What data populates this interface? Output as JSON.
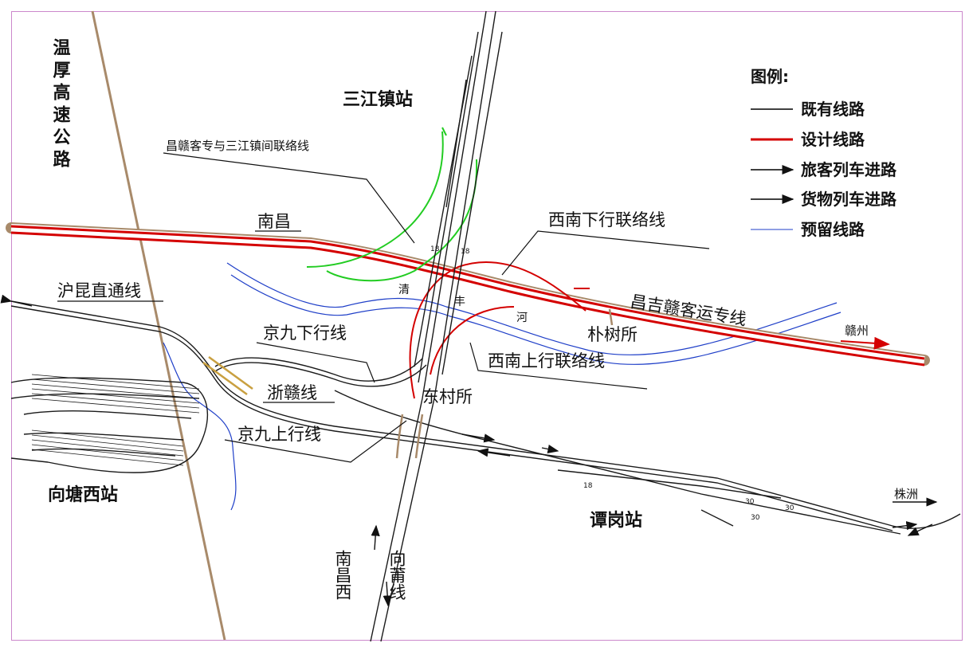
{
  "highway": {
    "label": "温厚高速公路"
  },
  "stations": {
    "sanjiang": "三江镇站",
    "xiangtang_west": "向塘西站",
    "tangang": "谭岗站",
    "dongcun": "东村所",
    "pushu": "朴树所"
  },
  "lines": {
    "link_line": "昌赣客专与三江镇间联络线",
    "nanchang": "南昌",
    "hukun": "沪昆直通线",
    "jingjiu_down": "京九下行线",
    "zhegan": "浙赣线",
    "jingjiu_up": "京九上行线",
    "southwest_down": "西南下行联络线",
    "southwest_up": "西南上行联络线",
    "changji": "昌吉赣客运专线",
    "ganzhou": "赣州",
    "zhuzhou": "株洲",
    "nanchang_west": "南昌西",
    "xiangpu": "向莆线"
  },
  "river": {
    "chars": [
      "清",
      "丰",
      "河"
    ]
  },
  "small_marks": [
    "18",
    "18",
    "18",
    "30",
    "30",
    "30"
  ],
  "legend": {
    "title": "图例:",
    "items": [
      {
        "label": "既有线路",
        "kind": "existing",
        "color": "#000000"
      },
      {
        "label": "设计线路",
        "kind": "design",
        "color": "#d40000"
      },
      {
        "label": "旅客列车进路",
        "kind": "passenger-route",
        "color": "#000000"
      },
      {
        "label": "货物列车进路",
        "kind": "freight-route",
        "color": "#000000"
      },
      {
        "label": "预留线路",
        "kind": "reserved",
        "color": "#1f3fc8"
      }
    ]
  },
  "colors": {
    "existing": "#1a1a1a",
    "design": "#d40000",
    "reserved": "#1f3fc8",
    "link": "#22cc22",
    "highway": "#a88a6a",
    "embankment": "#a88a6a",
    "frame": "#cc88cc"
  }
}
